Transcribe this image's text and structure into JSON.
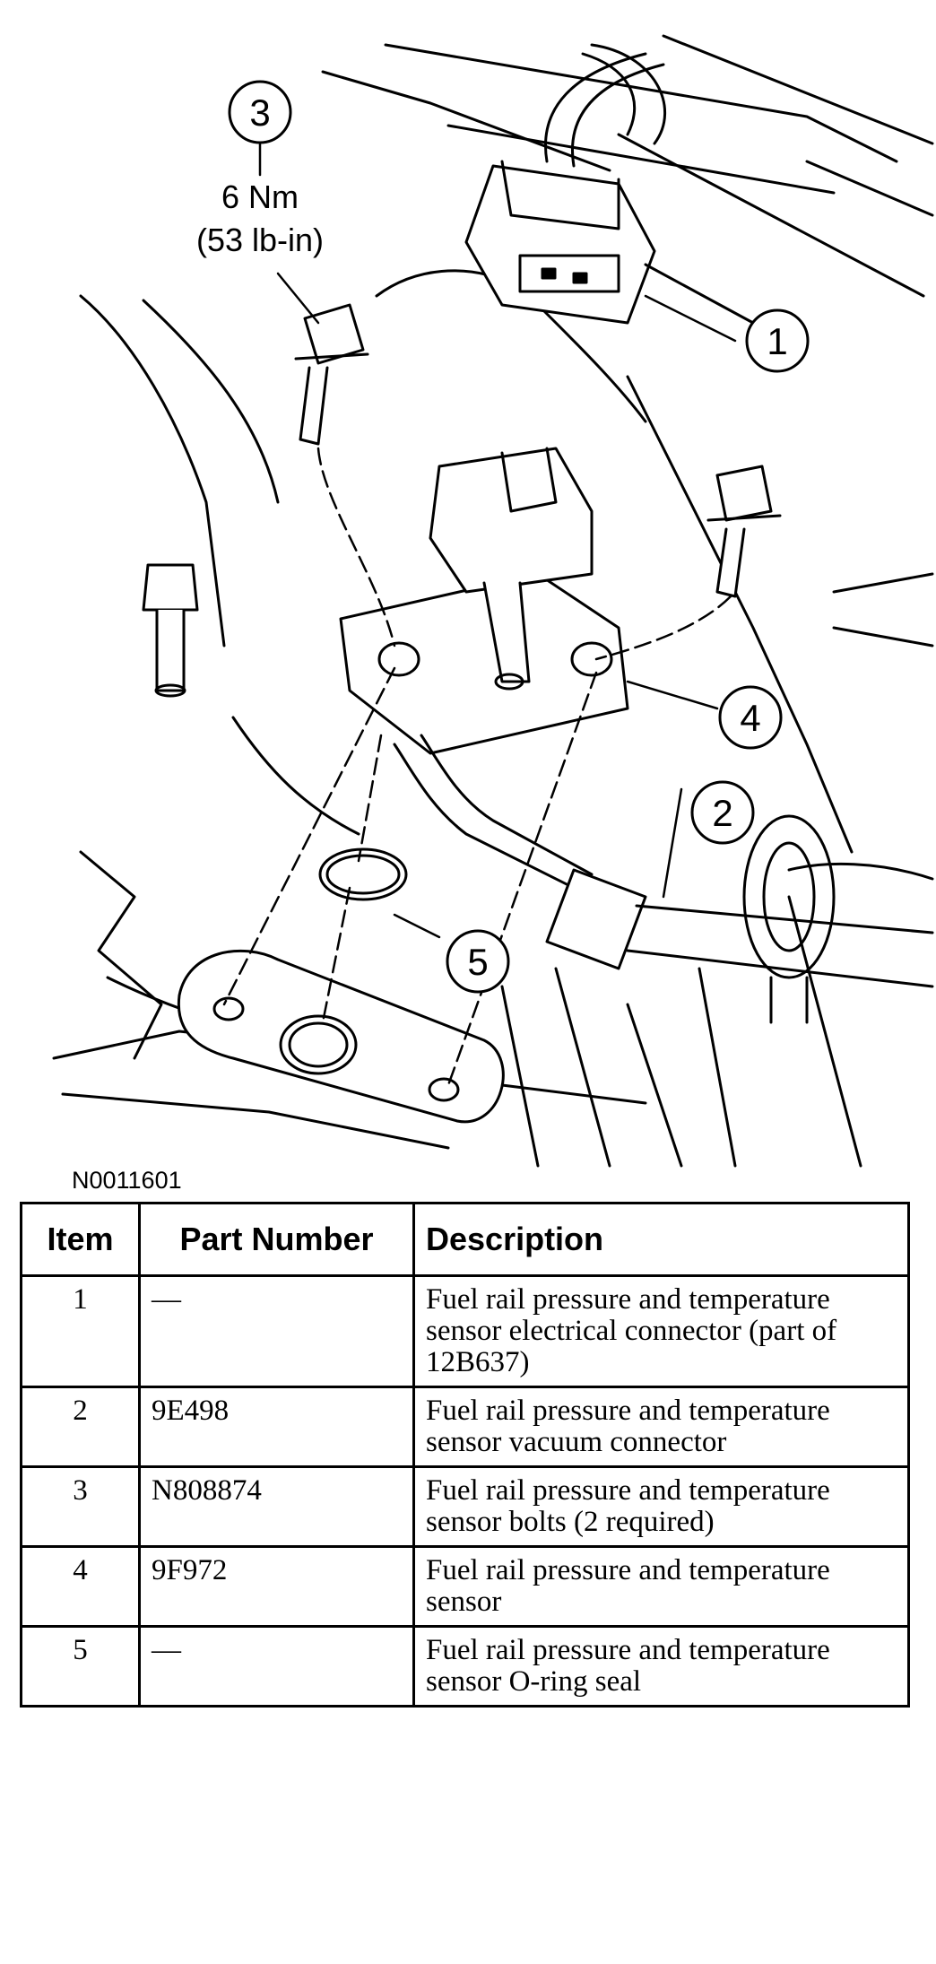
{
  "figure": {
    "code": "N0011601",
    "callouts": [
      "1",
      "2",
      "3",
      "4",
      "5"
    ],
    "torque": {
      "nm": "6 Nm",
      "lbin": "(53 lb-in)"
    }
  },
  "table": {
    "headers": {
      "item": "Item",
      "part": "Part Number",
      "desc": "Description"
    },
    "rows": [
      {
        "item": "1",
        "part": "—",
        "desc": "Fuel rail pressure and temperature sensor electrical connector (part of 12B637)"
      },
      {
        "item": "2",
        "part": "9E498",
        "desc": "Fuel rail pressure and temperature sensor vacuum connector"
      },
      {
        "item": "3",
        "part": "N808874",
        "desc": "Fuel rail pressure and temperature sensor bolts (2 required)"
      },
      {
        "item": "4",
        "part": "9F972",
        "desc": "Fuel rail pressure and temperature sensor"
      },
      {
        "item": "5",
        "part": "—",
        "desc": "Fuel rail pressure and temperature sensor O-ring seal"
      }
    ]
  }
}
